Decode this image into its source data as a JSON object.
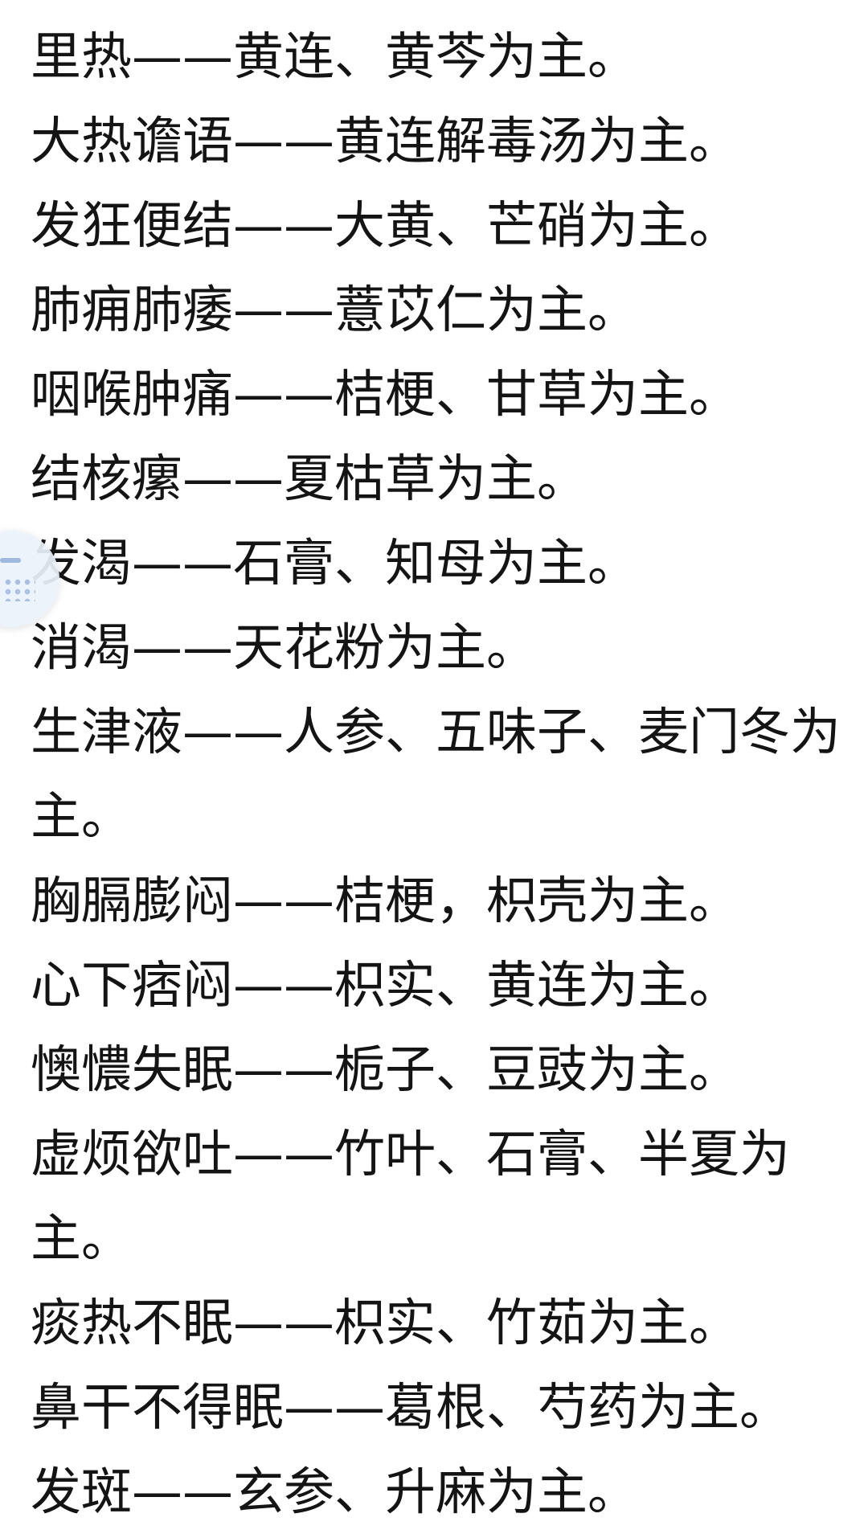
{
  "lines": [
    "里热——黄连、黄芩为主。",
    "大热谵语——黄连解毒汤为主。",
    "发狂便结——大黄、芒硝为主。",
    "肺痈肺痿——薏苡仁为主。",
    "咽喉肿痛——桔梗、甘草为主。",
    "结核瘰——夏枯草为主。",
    "发渴——石膏、知母为主。",
    "消渴——天花粉为主。",
    "生津液——人参、五味子、麦门冬为主。",
    "胸膈膨闷——桔梗，枳壳为主。",
    "心下痞闷——枳实、黄连为主。",
    "懊憹失眠——栀子、豆豉为主。",
    "虚烦欲吐——竹叶、石膏、半夏为主。",
    "痰热不眠——枳实、竹茹为主。",
    "鼻干不得眠——葛根、芍药为主。",
    "发斑——玄参、升麻为主。"
  ],
  "colors": {
    "text": "#141414",
    "background": "#ffffff",
    "widget": "#ecf2fa"
  },
  "icons": {
    "floating_widget": "floating-assistant-icon"
  }
}
